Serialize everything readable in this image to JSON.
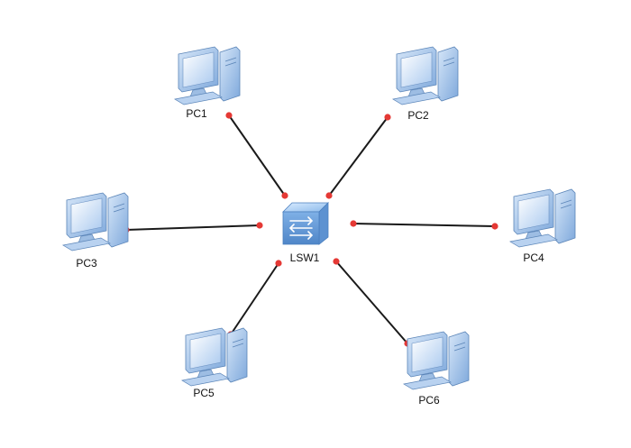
{
  "topology": {
    "switch": {
      "name": "LSW1",
      "icon": "switch-icon"
    },
    "pcs": [
      {
        "id": "pc1",
        "name": "PC1",
        "icon": "desktop-pc-icon"
      },
      {
        "id": "pc2",
        "name": "PC2",
        "icon": "desktop-pc-icon"
      },
      {
        "id": "pc3",
        "name": "PC3",
        "icon": "desktop-pc-icon"
      },
      {
        "id": "pc4",
        "name": "PC4",
        "icon": "desktop-pc-icon"
      },
      {
        "id": "pc5",
        "name": "PC5",
        "icon": "desktop-pc-icon"
      },
      {
        "id": "pc6",
        "name": "PC6",
        "icon": "desktop-pc-icon"
      }
    ],
    "links": [
      {
        "from": "LSW1",
        "to": "PC1"
      },
      {
        "from": "LSW1",
        "to": "PC2"
      },
      {
        "from": "LSW1",
        "to": "PC3"
      },
      {
        "from": "LSW1",
        "to": "PC4"
      },
      {
        "from": "LSW1",
        "to": "PC5"
      },
      {
        "from": "LSW1",
        "to": "PC6"
      }
    ]
  },
  "colors": {
    "link": "#1a1a1a",
    "port_dot": "#e53935",
    "pc_body": "#8fb8e8",
    "switch_body": "#6fa3dc"
  }
}
